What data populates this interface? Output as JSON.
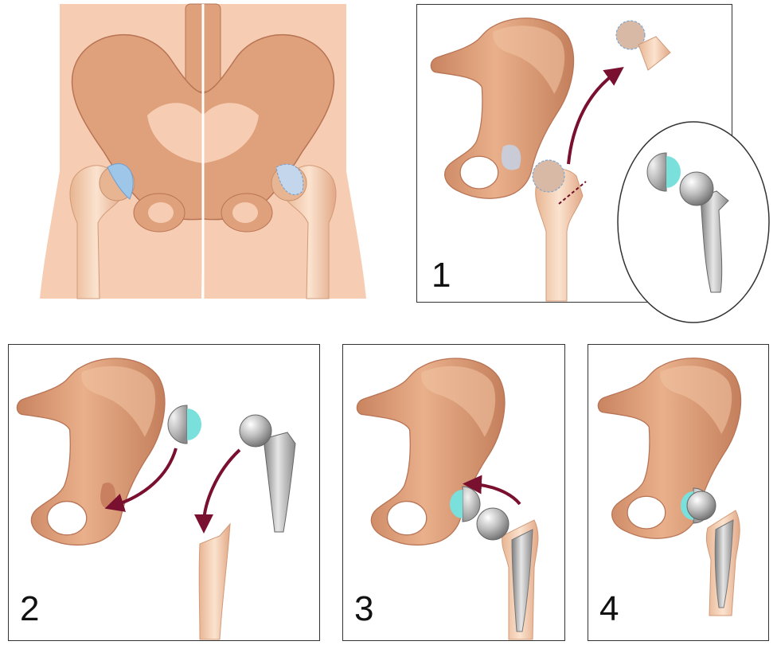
{
  "colors": {
    "skin": "#f6cdb3",
    "bone": "#dfa07c",
    "bone_dark": "#b87455",
    "bone_light": "#f1c4a2",
    "cartilage": "#9ec6e8",
    "metal": "#9a9a9a",
    "metal_light": "#dcdcdc",
    "liner": "#79e0dc",
    "arrow": "#7a1030",
    "cut_line": "#6d1028"
  },
  "icons": [
    "hip-anatomy-icon",
    "femoral-head-icon",
    "acetabular-cup-icon",
    "femoral-stem-icon",
    "curved-arrow-icon"
  ],
  "steps": [
    {
      "number": "1"
    },
    {
      "number": "2"
    },
    {
      "number": "3"
    },
    {
      "number": "4"
    }
  ]
}
